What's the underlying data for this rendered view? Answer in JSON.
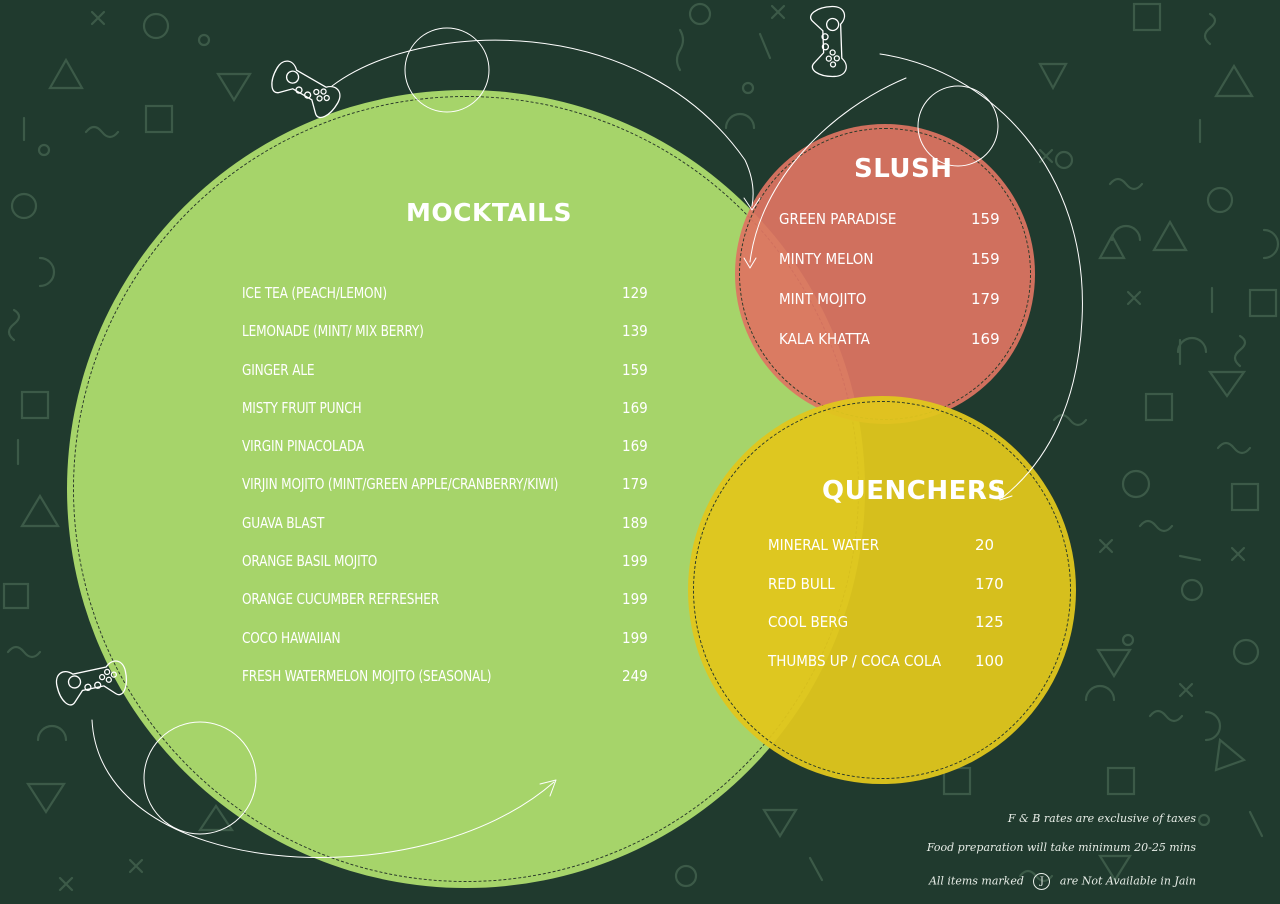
{
  "colors": {
    "background": "#203a2e",
    "mocktails": "#a6d46a",
    "slush": "#de7462",
    "quenchers": "#e0c61c",
    "text": "#ffffff"
  },
  "sections": {
    "mocktails": {
      "title": "MOCKTAILS",
      "items": [
        {
          "name": "ICE TEA (PEACH/LEMON)",
          "price": "129"
        },
        {
          "name": "LEMONADE (MINT/ MIX BERRY)",
          "price": "139"
        },
        {
          "name": "GINGER ALE",
          "price": "159"
        },
        {
          "name": "MISTY FRUIT PUNCH",
          "price": "169"
        },
        {
          "name": "VIRGIN PINACOLADA",
          "price": "169"
        },
        {
          "name": "VIRJIN MOJITO (MINT/GREEN APPLE/CRANBERRY/KIWI)",
          "price": "179"
        },
        {
          "name": "GUAVA BLAST",
          "price": "189"
        },
        {
          "name": "ORANGE BASIL MOJITO",
          "price": "199"
        },
        {
          "name": "ORANGE CUCUMBER REFRESHER",
          "price": "199"
        },
        {
          "name": "COCO HAWAIIAN",
          "price": "199"
        },
        {
          "name": "FRESH WATERMELON MOJITO (SEASONAL)",
          "price": "249"
        }
      ]
    },
    "slush": {
      "title": "SLUSH",
      "items": [
        {
          "name": "GREEN PARADISE",
          "price": "159"
        },
        {
          "name": "MINTY MELON",
          "price": "159"
        },
        {
          "name": "MINT MOJITO",
          "price": "179"
        },
        {
          "name": "KALA KHATTA",
          "price": "169"
        }
      ]
    },
    "quenchers": {
      "title": "QUENCHERS",
      "items": [
        {
          "name": "MINERAL WATER",
          "price": "20"
        },
        {
          "name": "RED BULL",
          "price": "170"
        },
        {
          "name": "COOL BERG",
          "price": "125"
        },
        {
          "name": "THUMBS UP / COCA COLA",
          "price": "100"
        }
      ]
    }
  },
  "footer": {
    "taxes": "F & B rates are exclusive of taxes",
    "prep": "Food preparation will take minimum 20-25 mins",
    "jain_prefix": "All items marked",
    "jain_mark": "J",
    "jain_suffix": "are Not Available in Jain"
  }
}
